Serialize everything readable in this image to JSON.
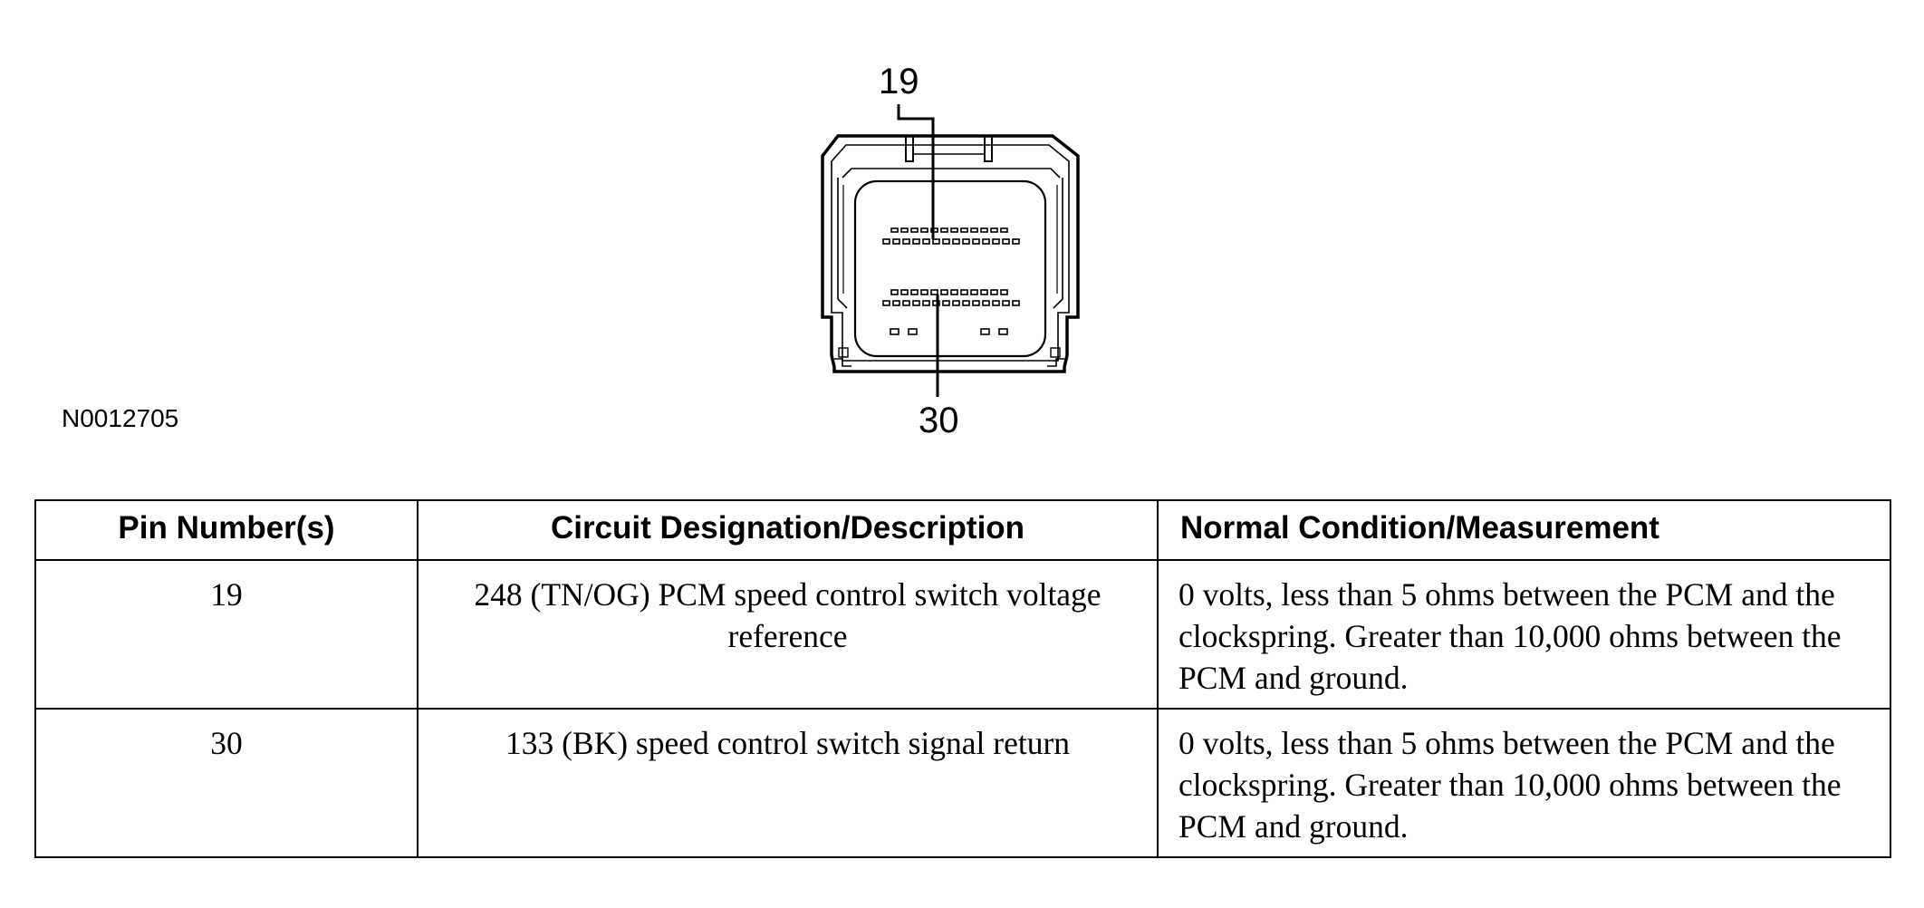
{
  "figure": {
    "code": "N0012705",
    "callouts": {
      "top": "19",
      "bottom": "30"
    }
  },
  "table": {
    "headers": [
      "Pin Number(s)",
      "Circuit Designation/Description",
      "Normal Condition/Measurement"
    ],
    "rows": [
      {
        "pin": "19",
        "circuit": "248 (TN/OG) PCM speed control switch voltage reference",
        "condition": "0 volts, less than 5 ohms between the PCM and the clockspring. Greater than 10,000 ohms between the PCM and ground."
      },
      {
        "pin": "30",
        "circuit": "133 (BK) speed control switch signal return",
        "condition": "0 volts, less than 5 ohms between the PCM and the clockspring. Greater than 10,000 ohms between the PCM and ground."
      }
    ]
  }
}
